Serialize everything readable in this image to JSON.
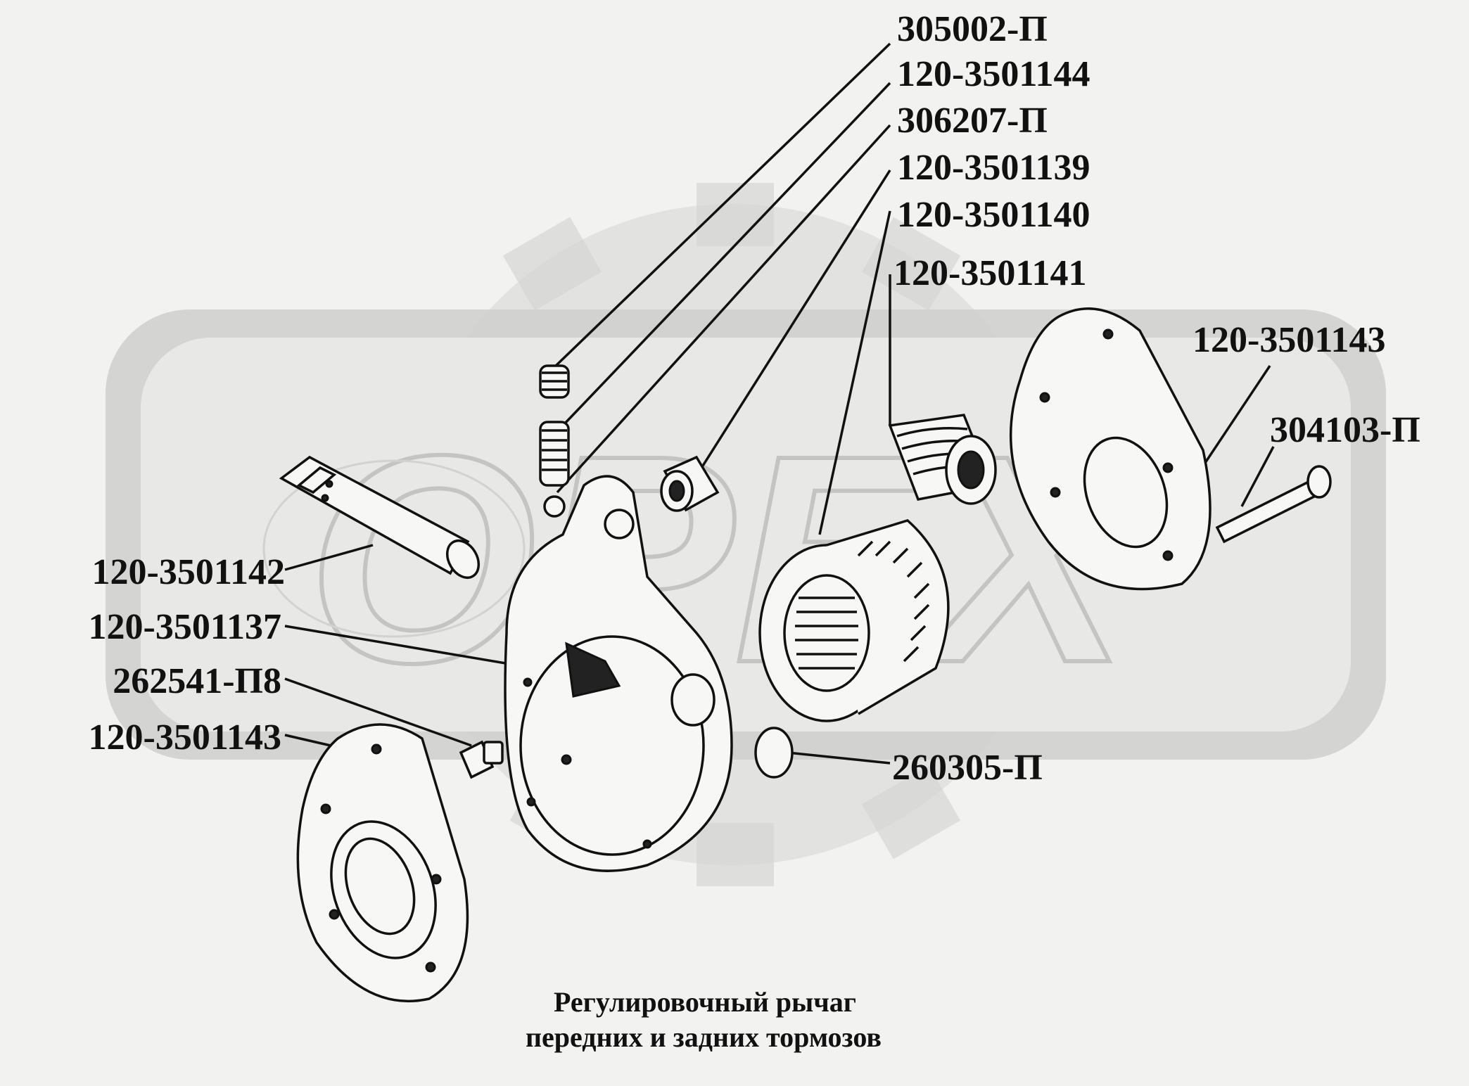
{
  "labels": {
    "l305002": "305002-П",
    "l1144": "120-3501144",
    "l306207": "306207-П",
    "l1139": "120-3501139",
    "l1140": "120-3501140",
    "l1141": "120-3501141",
    "l1143_right": "120-3501143",
    "l304103": "304103-П",
    "l1142": "120-3501142",
    "l1137": "120-3501137",
    "l262541": "262541-П8",
    "l1143_left": "120-3501143",
    "l260305": "260305-П"
  },
  "caption": {
    "line1": "Регулировочный рычаг",
    "line2": "передних и задних тормозов"
  },
  "watermark": {
    "text": "ОРЕХ"
  },
  "colors": {
    "background": "#f2f2f0",
    "watermark": "#d6d6d4",
    "ink": "#111111"
  }
}
